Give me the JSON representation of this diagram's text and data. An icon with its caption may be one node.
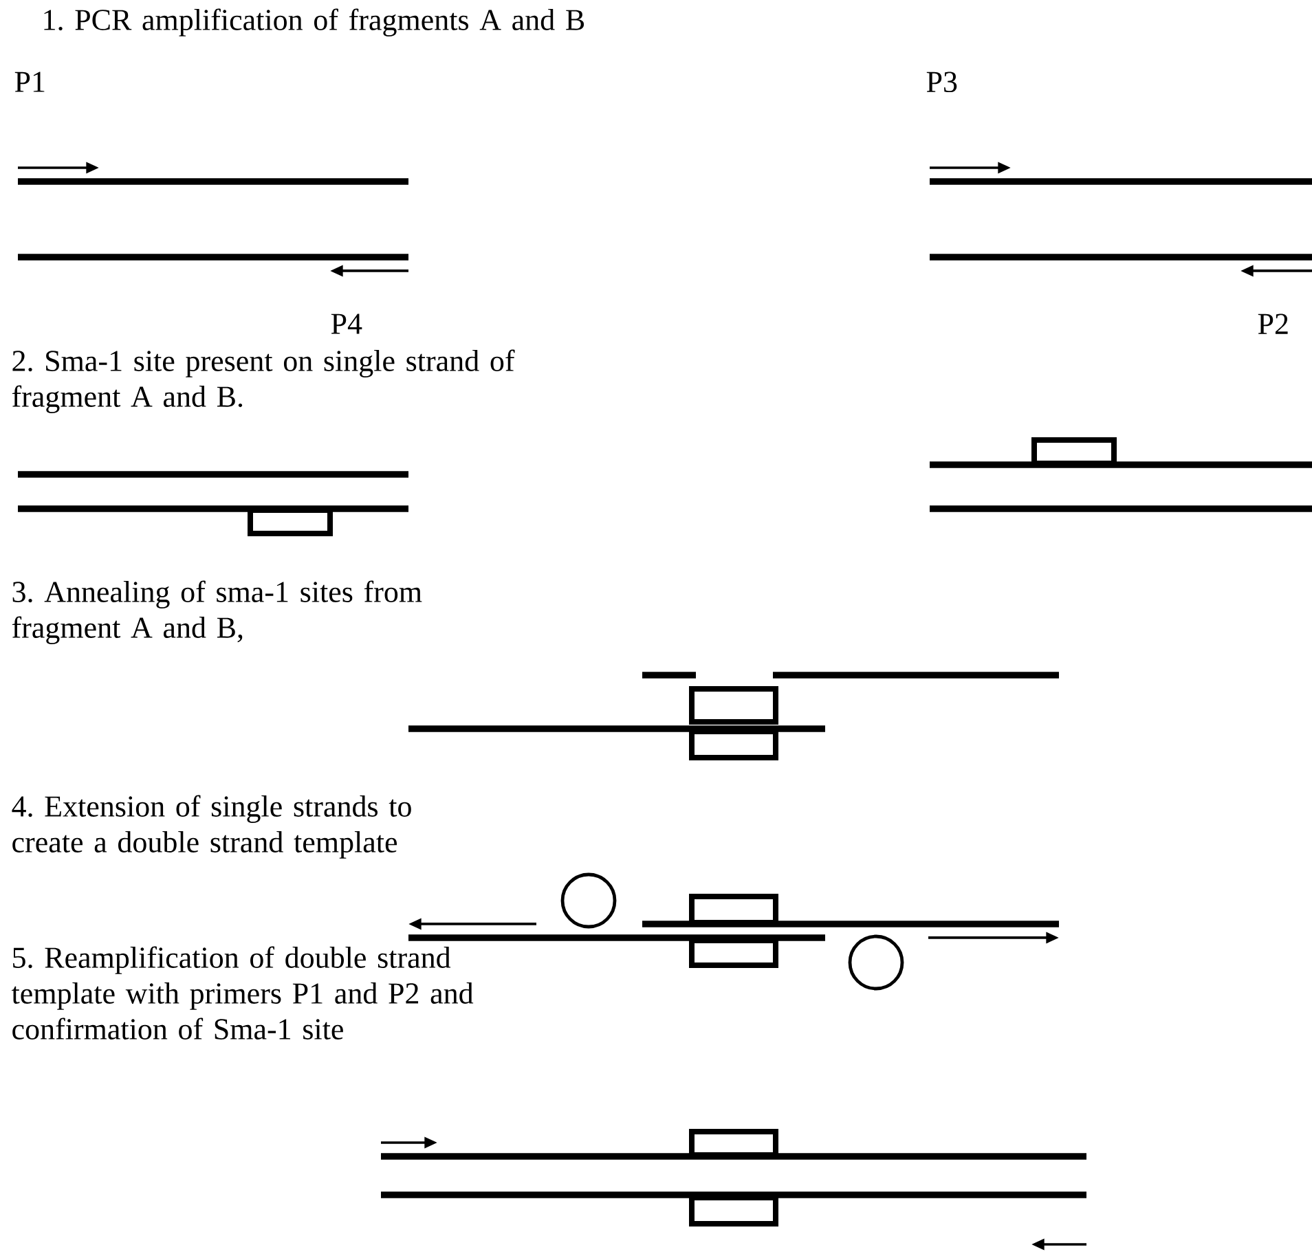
{
  "diagram": {
    "labels": [
      "1. PCR amplification of fragments A and B",
      "P1",
      "P3",
      "P4",
      "P2",
      "2. Sma-1 site present on single strand of fragment A and B.",
      "3. Annealing of sma-1 sites from fragment A and B,",
      "4. Extension of single strands to create a double strand template",
      "5. Reamplification of double strand template with primers P1 and P2 and confirmation of Sma-1 site"
    ]
  }
}
